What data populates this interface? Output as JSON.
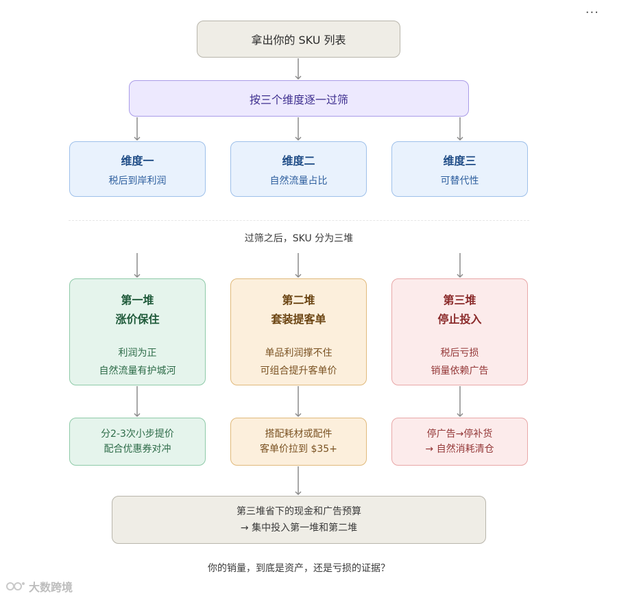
{
  "header": {
    "menu_icon": "more-horizontal-icon",
    "menu_label": "···"
  },
  "flow": {
    "start": "拿出你的 SKU 列表",
    "filter": "按三个维度逐一过筛",
    "dimensions": [
      {
        "title": "维度一",
        "desc": "税后到岸利润"
      },
      {
        "title": "维度二",
        "desc": "自然流量占比"
      },
      {
        "title": "维度三",
        "desc": "可替代性"
      }
    ],
    "split_label": "过筛之后，SKU 分为三堆",
    "piles": [
      {
        "name": "第一堆",
        "action": "涨价保住",
        "reason_1": "利润为正",
        "reason_2": "自然流量有护城河",
        "color": "#e5f4ec"
      },
      {
        "name": "第二堆",
        "action": "套装提客单",
        "reason_1": "单品利润撑不住",
        "reason_2": "可组合提升客单价",
        "color": "#fcefdc"
      },
      {
        "name": "第三堆",
        "action": "停止投入",
        "reason_1": "税后亏损",
        "reason_2": "销量依赖广告",
        "color": "#fcebeb"
      }
    ],
    "actions": [
      {
        "line_1": "分2-3次小步提价",
        "line_2": "配合优惠券对冲"
      },
      {
        "line_1": "搭配耗材或配件",
        "line_2": "客单价拉到 $35+"
      },
      {
        "line_1": "停广告→停补货",
        "line_2": "→ 自然消耗清仓"
      }
    ],
    "final_1": "第三堆省下的现金和广告预算",
    "final_2": "→ 集中投入第一堆和第二堆",
    "question": "你的销量，到底是资产，还是亏损的证据？"
  },
  "watermark": {
    "text": "大数跨境",
    "icon": "brand-logo-icon"
  }
}
